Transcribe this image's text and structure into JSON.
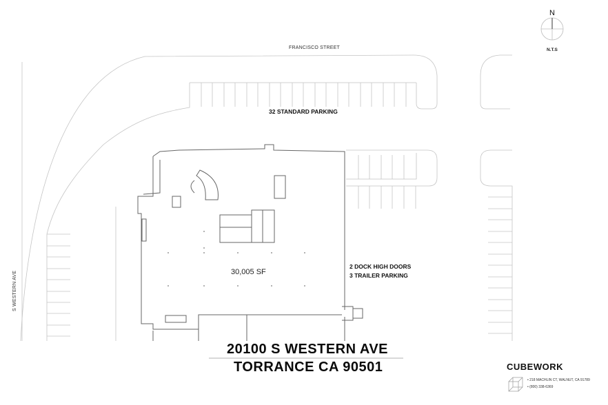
{
  "streets": {
    "north": "FRANCISCO STREET",
    "west": "S WESTERN AVE"
  },
  "parking": {
    "north_lot": "32 STANDARD PARKING"
  },
  "building": {
    "area": "30,005 SF",
    "dock_doors": "2 DOCK HIGH DOORS",
    "trailer_parking": "3 TRAILER PARKING"
  },
  "title_block": {
    "address_line1": "20100 S WESTERN AVE",
    "address_line2": "TORRANCE CA 90501"
  },
  "north_arrow": {
    "label": "N",
    "scale": "N.T.S"
  },
  "company": {
    "name": "CUBEWORK",
    "address": "218 MACHLIN CT, WALNUT, CA 91789",
    "phone": "(800) 338-6369",
    "bullet": "•"
  },
  "colors": {
    "line": "#bdbdbd",
    "wall": "#555555",
    "text": "#111111"
  }
}
